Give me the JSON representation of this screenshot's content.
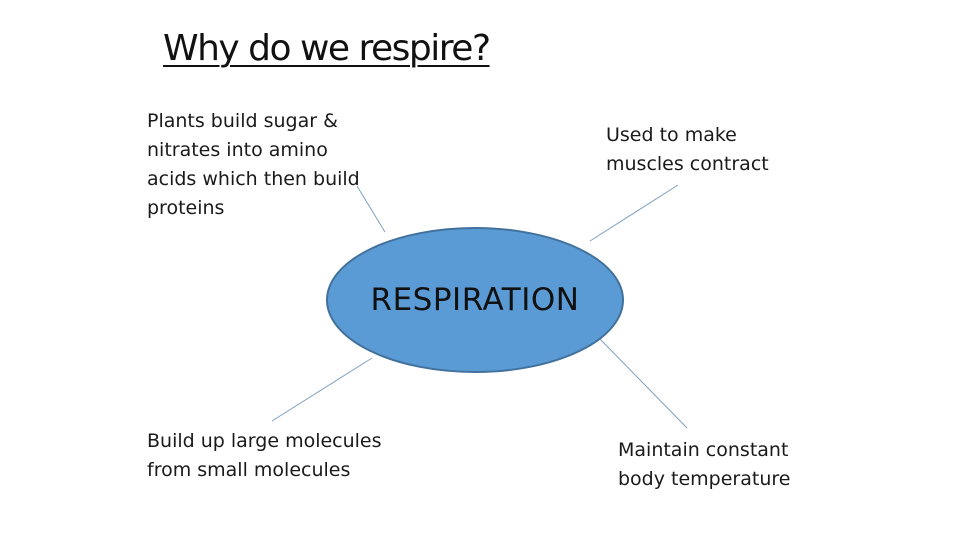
{
  "title": "Why do we respire?",
  "center": {
    "label": "RESPIRATION"
  },
  "notes": {
    "top_left": "Plants build sugar & nitrates into amino acids which then build proteins",
    "top_right": "Used to make muscles contract",
    "bottom_left": "Build up large molecules from small molecules",
    "bottom_right": "Maintain constant body temperature"
  },
  "colors": {
    "ellipse_fill": "#5b9bd5",
    "ellipse_stroke": "#41719c",
    "connector": "#7f9fbf"
  }
}
